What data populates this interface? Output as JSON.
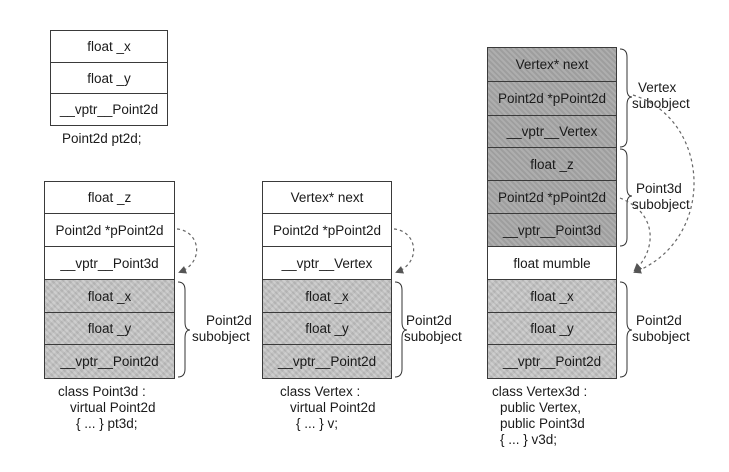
{
  "point2d": {
    "cells": [
      "float _x",
      "float _y",
      "__vptr__Point2d"
    ],
    "caption": "Point2d pt2d;"
  },
  "point3d": {
    "cells": [
      "float _z",
      "Point2d *pPoint2d",
      "__vptr__Point3d",
      "float _x",
      "float _y",
      "__vptr__Point2d"
    ],
    "brace_label": [
      "Point2d",
      "subobject"
    ],
    "caption": [
      "class Point3d :",
      "virtual Point2d",
      "{ ... } pt3d;"
    ]
  },
  "vertex": {
    "cells": [
      "Vertex* next",
      "Point2d *pPoint2d",
      "__vptr__Vertex",
      "float _x",
      "float _y",
      "__vptr__Point2d"
    ],
    "brace_label": [
      "Point2d",
      "subobject"
    ],
    "caption": [
      "class Vertex :",
      "virtual Point2d",
      "{ ... } v;"
    ]
  },
  "vertex3d": {
    "cells": [
      "Vertex* next",
      "Point2d *pPoint2d",
      "__vptr__Vertex",
      "float _z",
      "Point2d *pPoint2d",
      "__vptr__Point3d",
      "float mumble",
      "float _x",
      "float _y",
      "__vptr__Point2d"
    ],
    "brace_labels": [
      [
        "Vertex",
        "subobject"
      ],
      [
        "Point3d",
        "subobject"
      ],
      [
        "Point2d",
        "subobject"
      ]
    ],
    "caption": [
      "class Vertex3d :",
      "public Vertex,",
      "public Point3d",
      "{ ... } v3d;"
    ]
  }
}
